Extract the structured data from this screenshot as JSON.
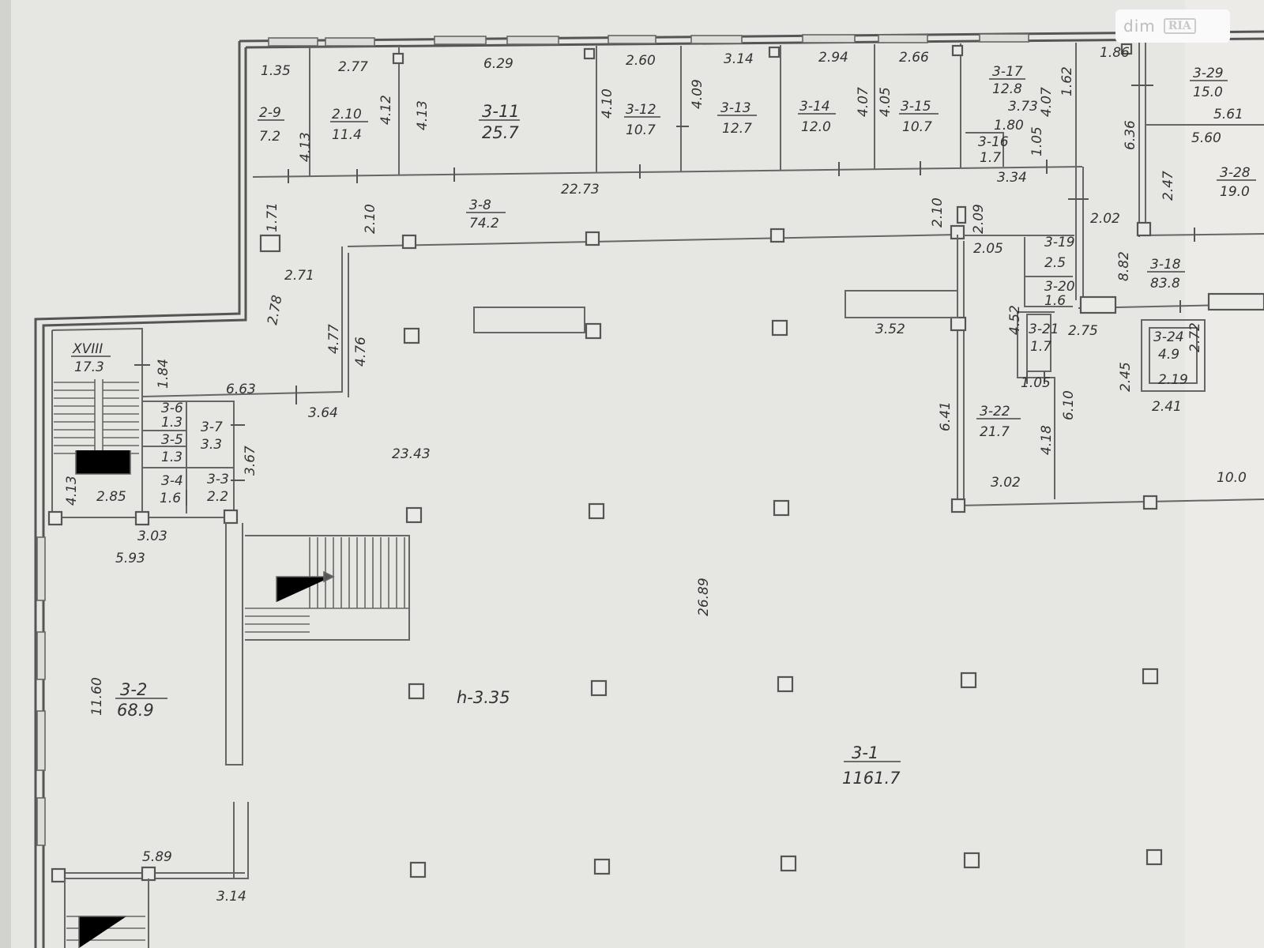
{
  "watermark": {
    "brand": "dim",
    "mark": "RIA"
  },
  "labels": {
    "r_2_9_code": "2-9",
    "r_2_9_area": "7.2",
    "r_2_9_w": "1.35",
    "r_2_9_h": "4.13",
    "r_2_10_code": "2.10",
    "r_2_10_area": "11.4",
    "r_2_10_w": "2.77",
    "r_2_10_h": "4.12",
    "r_3_11_code": "3-11",
    "r_3_11_area": "25.7",
    "r_3_11_w": "6.29",
    "r_3_11_h": "4.13",
    "r_3_12_code": "3-12",
    "r_3_12_area": "10.7",
    "r_3_12_w": "2.60",
    "r_3_12_h": "4.10",
    "r_3_13_code": "3-13",
    "r_3_13_area": "12.7",
    "r_3_13_w": "3.14",
    "r_3_13_h": "4.09",
    "r_3_14_code": "3-14",
    "r_3_14_area": "12.0",
    "r_3_14_w": "2.94",
    "r_3_14_h": "4.07",
    "r_3_15_code": "3-15",
    "r_3_15_area": "10.7",
    "r_3_15_w": "2.66",
    "r_3_15_h": "4.05",
    "r_3_17_code": "3-17",
    "r_3_17_area": "12.8",
    "r_3_17_w": "3.73",
    "r_3_17_h": "4.07",
    "r_3_17_extra": "1.62",
    "r_small_a_w": "1.80",
    "r_small_a_h": "1.05",
    "r_small_a_code": "3-16",
    "r_small_a_area": "1.7",
    "d_1_86": "1.86",
    "d_3_34": "3.34",
    "r_3_29_code": "3-29",
    "r_3_29_area": "15.0",
    "r_3_29_w": "5.61",
    "r_3_29_h": "6.36",
    "r_3_28_code": "3-28",
    "r_3_28_area": "19.0",
    "r_3_28_w": "5.60",
    "r_3_28_h": "2.47",
    "corr_code": "3-8",
    "corr_area": "74.2",
    "corr_len": "22.73",
    "d_1_71": "1.71",
    "d_2_10a": "2.10",
    "d_2_10b": "2.10",
    "d_2_09": "2.09",
    "d_2_71": "2.71",
    "d_2_78": "2.78",
    "d_4_77": "4.77",
    "d_4_76": "4.76",
    "d_6_63": "6.63",
    "d_3_64": "3.64",
    "d_1_84": "1.84",
    "stair_code": "XVIII",
    "stair_area": "17.3",
    "s1_code": "3-6",
    "s1_area": "1.3",
    "s2_code": "3-5",
    "s2_area": "1.3",
    "s3_code": "3-7",
    "s3_area": "3.3",
    "s4_code": "3-4",
    "s4_area": "1.6",
    "s5_code": "3-3",
    "s5_area": "2.2",
    "d_3_67": "3.67",
    "d_4_13": "4.13",
    "d_2_85": "2.85",
    "d_3_03": "3.03",
    "r_3_2_code": "3-2",
    "r_3_2_area": "68.9",
    "r_3_2_w": "5.93",
    "r_3_2_h": "11.60",
    "d_5_89": "5.89",
    "d_3_14": "3.14",
    "main_code": "3-1",
    "main_area": "1161.7",
    "main_height": "h-3.35",
    "d_23_43": "23.43",
    "d_26_89": "26.89",
    "d_3_52": "3.52",
    "r_3_19_code": "3-19",
    "r_3_19_area": "2.5",
    "r_3_20_code": "3-20",
    "r_3_20_area": "1.6",
    "d_2_05": "2.05",
    "d_2_02": "2.02",
    "d_8_82": "8.82",
    "r_3_18_code": "3-18",
    "r_3_18_area": "83.8",
    "r_3_21_code": "3-21",
    "r_3_21_area": "1.7",
    "d_4_52": "4.52",
    "d_1_05": "1.05",
    "d_2_75": "2.75",
    "r_3_24_code": "3-24",
    "r_3_24_area": "4.9",
    "d_2_72": "2.72",
    "d_2_45": "2.45",
    "d_2_19": "2.19",
    "d_2_41": "2.41",
    "r_3_22_code": "3-22",
    "r_3_22_area": "21.7",
    "d_6_41": "6.41",
    "d_6_10": "6.10",
    "d_4_18": "4.18",
    "d_3_02": "3.02",
    "d_10_0": "10.0"
  }
}
